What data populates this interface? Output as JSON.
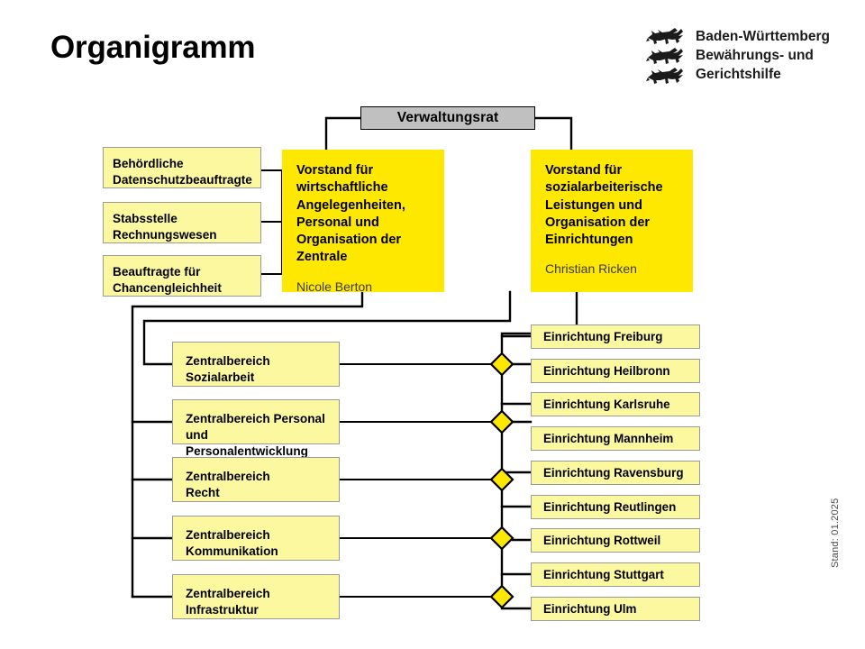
{
  "page": {
    "title": "Organigramm",
    "revision_note": "Stand: 01.2025"
  },
  "brand": {
    "crest_icon": "baden-wuerttemberg-three-lions-crest-icon",
    "line1": "Baden-Württemberg",
    "line2": "Bewährungs- und",
    "line3": "Gerichtshilfe"
  },
  "council": {
    "label": "Verwaltungsrat"
  },
  "boards": [
    {
      "title": "Vorstand für wirtschaftliche Angelegenheiten, Personal und Organisation der Zentrale",
      "person": "Nicole Berton"
    },
    {
      "title": "Vorstand für sozialarbeiterische Leistungen und Organisation der Einrichtungen",
      "person": "Christian Ricken"
    }
  ],
  "staff_units": [
    {
      "label": "Behördliche\nDatenschutzbeauftragte"
    },
    {
      "label": "Stabsstelle\nRechnungswesen"
    },
    {
      "label": "Beauftragte für\nChancengleichheit"
    }
  ],
  "central_units": [
    {
      "label": "Zentralbereich\nSozialarbeit"
    },
    {
      "label": "Zentralbereich Personal\nund Personalentwicklung"
    },
    {
      "label": "Zentralbereich\nRecht"
    },
    {
      "label": "Zentralbereich\nKommunikation"
    },
    {
      "label": "Zentralbereich\nInfrastruktur"
    }
  ],
  "facilities": [
    {
      "label": "Einrichtung Freiburg"
    },
    {
      "label": "Einrichtung Heilbronn"
    },
    {
      "label": "Einrichtung Karlsruhe"
    },
    {
      "label": "Einrichtung Mannheim"
    },
    {
      "label": "Einrichtung Ravensburg"
    },
    {
      "label": "Einrichtung Reutlingen"
    },
    {
      "label": "Einrichtung Rottweil"
    },
    {
      "label": "Einrichtung Stuttgart"
    },
    {
      "label": "Einrichtung Ulm"
    }
  ],
  "colors": {
    "board_yellow": "#ffe800",
    "node_yellow": "#fbf8a0",
    "council_gray": "#c0c0c0",
    "line_black": "#000000",
    "node_border": "#9a9a9a"
  }
}
